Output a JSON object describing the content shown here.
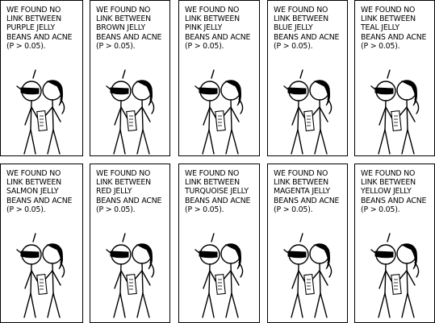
{
  "panels": [
    {
      "color": "PURPLE",
      "lines": [
        "WE FOUND NO",
        "LINK BETWEEN",
        "PURPLE JELLY",
        "BEANS AND ACNE",
        "(P > 0.05)."
      ]
    },
    {
      "color": "BROWN",
      "lines": [
        "WE FOUND NO",
        "LINK BETWEEN",
        "BROWN JELLY",
        "BEANS AND ACNE",
        "(P > 0.05)."
      ]
    },
    {
      "color": "PINK",
      "lines": [
        "WE FOUND NO",
        "LINK BETWEEN",
        "PINK JELLY",
        "BEANS AND ACNE",
        "(P > 0.05)."
      ]
    },
    {
      "color": "BLUE",
      "lines": [
        "WE FOUND NO",
        "LINK BETWEEN",
        "BLUE JELLY",
        "BEANS AND ACNE",
        "(P > 0.05)."
      ]
    },
    {
      "color": "TEAL",
      "lines": [
        "WE FOUND NO",
        "LINK BETWEEN",
        "TEAL JELLY",
        "BEANS AND ACNE",
        "(P > 0.05)."
      ]
    },
    {
      "color": "SALMON",
      "lines": [
        "WE FOUND NO",
        "LINK BETWEEN",
        "SALMON JELLY",
        "BEANS AND ACNE",
        "(P > 0.05)."
      ]
    },
    {
      "color": "RED",
      "lines": [
        "WE FOUND NO",
        "LINK BETWEEN",
        "RED JELLY",
        "BEANS AND ACNE",
        "(P > 0.05)."
      ]
    },
    {
      "color": "TURQUOISE",
      "lines": [
        "WE FOUND NO",
        "LINK BETWEEN",
        "TURQUOISE JELLY",
        "BEANS AND ACNE",
        "(P > 0.05)."
      ]
    },
    {
      "color": "MAGENTA",
      "lines": [
        "WE FOUND NO",
        "LINK BETWEEN",
        "MAGENTA JELLY",
        "BEANS AND ACNE",
        "(P > 0.05)."
      ]
    },
    {
      "color": "YELLOW",
      "lines": [
        "WE FOUND NO",
        "LINK BETWEEN",
        "YELLOW JELLY",
        "BEANS AND ACNE",
        "(P > 0.05)."
      ]
    }
  ],
  "colors": {
    "ink": "#000000",
    "paper": "#ffffff"
  },
  "icons": {
    "speaker": "goggles-scientist-icon",
    "listener": "ponytail-woman-icon"
  }
}
